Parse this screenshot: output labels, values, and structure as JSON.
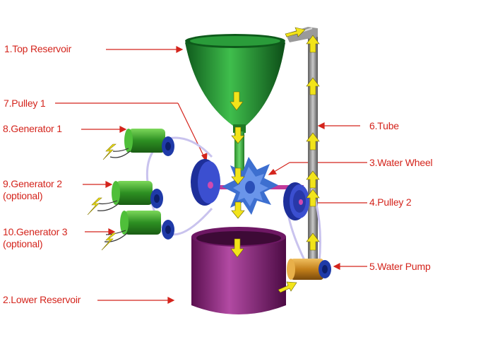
{
  "labels": {
    "top_reservoir": "1.Top Reservoir",
    "lower_reservoir": "2.Lower Reservoir",
    "water_wheel": "3.Water Wheel",
    "pulley_2": "4.Pulley 2",
    "water_pump": "5.Water Pump",
    "tube": "6.Tube",
    "pulley_1": "7.Pulley 1",
    "generator_1": "8.Generator 1",
    "generator_2": "9.Generator 2",
    "generator_2_note": "(optional)",
    "generator_3": "10.Generator 3",
    "generator_3_note": "(optional)"
  },
  "colors": {
    "label_text": "#d4241c",
    "pointer_line": "#d4241c",
    "reservoir_top": "#1e8a2e",
    "reservoir_lower": "#8a1c7a",
    "water_wheel": "#3d6fd0",
    "pulley": "#2f3fb0",
    "generator_body": "#3aa02a",
    "tube": "#8c8c8c",
    "flow_arrow": "#f2e41a",
    "belt": "#c9c3ee",
    "spark": "#f2e41a"
  }
}
